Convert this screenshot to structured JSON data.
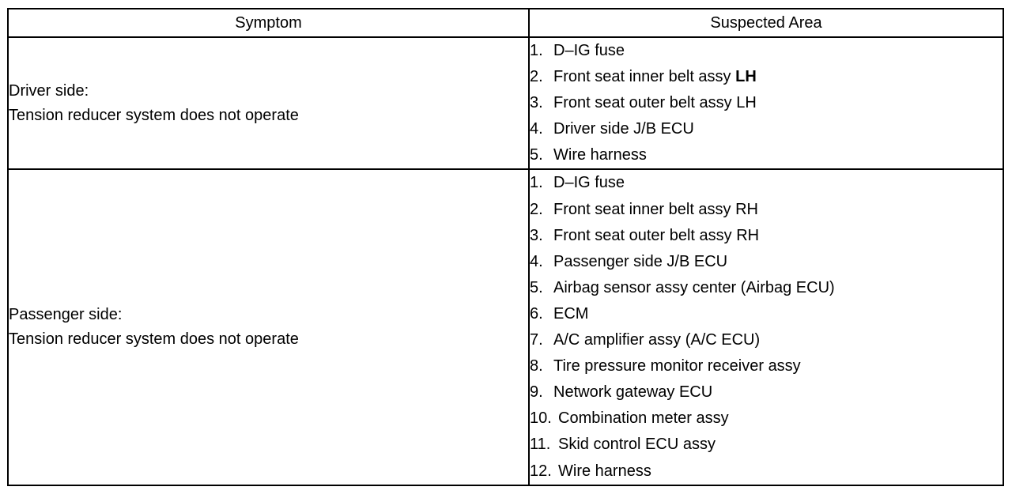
{
  "table": {
    "headers": {
      "symptom": "Symptom",
      "area": "Suspected Area"
    },
    "rows": [
      {
        "symptom": [
          "Driver side:",
          "Tension reducer system does not operate"
        ],
        "items": [
          {
            "n": "1.",
            "text": "D–IG fuse",
            "suffix": ""
          },
          {
            "n": "2.",
            "text": "Front seat inner belt assy ",
            "suffix": "LH"
          },
          {
            "n": "3.",
            "text": "Front seat outer belt assy LH",
            "suffix": ""
          },
          {
            "n": "4.",
            "text": "Driver side J/B ECU",
            "suffix": ""
          },
          {
            "n": "5.",
            "text": "Wire harness",
            "suffix": ""
          }
        ]
      },
      {
        "symptom": [
          "Passenger side:",
          "Tension reducer system does not operate"
        ],
        "items": [
          {
            "n": "1.",
            "text": "D–IG fuse",
            "suffix": ""
          },
          {
            "n": "2.",
            "text": "Front seat inner belt assy RH",
            "suffix": ""
          },
          {
            "n": "3.",
            "text": "Front seat outer belt assy RH",
            "suffix": ""
          },
          {
            "n": "4.",
            "text": "Passenger side J/B ECU",
            "suffix": ""
          },
          {
            "n": "5.",
            "text": "Airbag sensor assy center (Airbag ECU)",
            "suffix": ""
          },
          {
            "n": "6.",
            "text": "ECM",
            "suffix": ""
          },
          {
            "n": "7.",
            "text": "A/C amplifier assy (A/C ECU)",
            "suffix": ""
          },
          {
            "n": "8.",
            "text": "Tire pressure monitor receiver assy",
            "suffix": ""
          },
          {
            "n": "9.",
            "text": "Network gateway ECU",
            "suffix": ""
          },
          {
            "n": "10.",
            "text": "Combination meter assy",
            "suffix": ""
          },
          {
            "n": "11.",
            "text": "Skid control ECU assy",
            "suffix": ""
          },
          {
            "n": "12.",
            "text": "Wire harness",
            "suffix": ""
          }
        ]
      }
    ]
  }
}
